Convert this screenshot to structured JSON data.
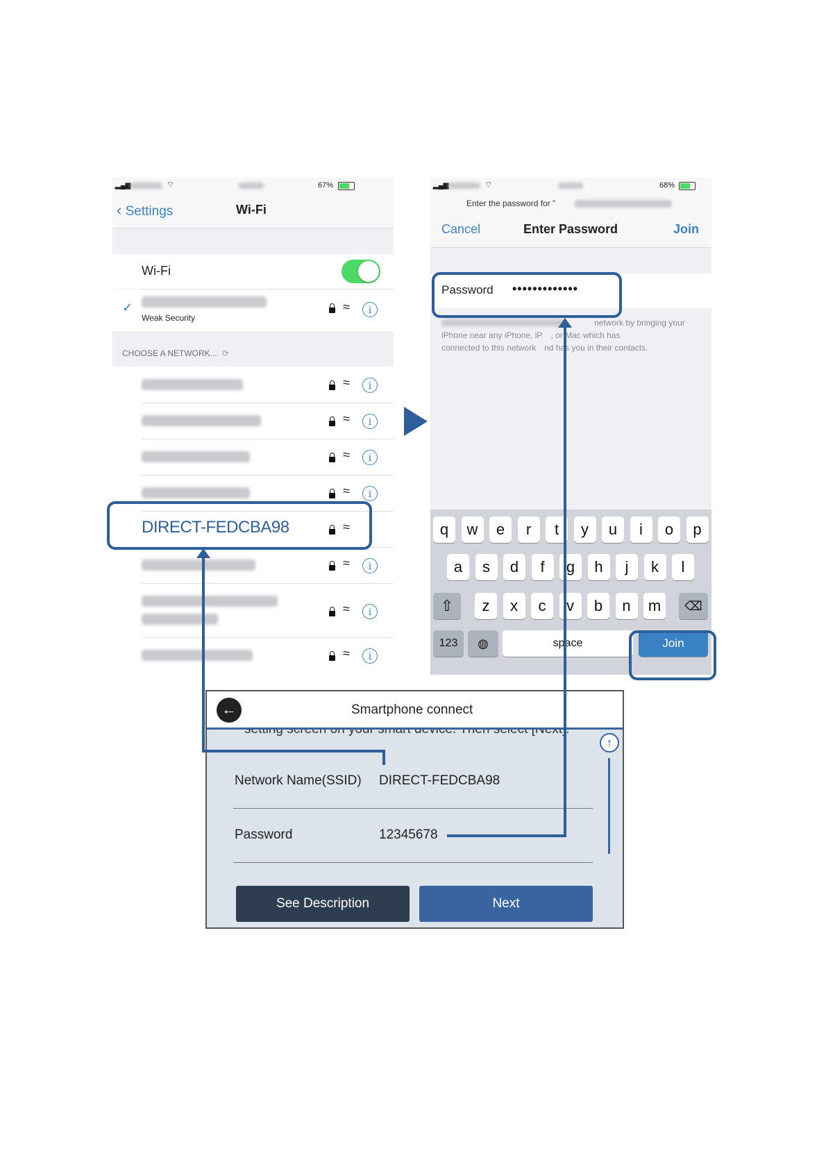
{
  "wifi_screen": {
    "back_label": "Settings",
    "title": "Wi-Fi",
    "wifi_label": "Wi-Fi",
    "connected_sub": "Weak Security",
    "battery": "67%",
    "choose_header": "CHOOSE A NETWORK...",
    "highlighted_network": "DIRECT-FEDCBA98"
  },
  "password_screen": {
    "prompt": "Enter the password for \"",
    "battery": "68%",
    "cancel_label": "Cancel",
    "title": "Enter Password",
    "join_label": "Join",
    "field_label": "Password",
    "field_value": "•••••••••••••",
    "info_line2": "iPhone near any iPhone, iP",
    "info_line2b": ", or Mac which has",
    "info_line1b": "network by bringing your",
    "info_line3": "connected to this network",
    "info_line3b": "nd has you in their contacts."
  },
  "keyboard": {
    "row1": [
      "q",
      "w",
      "e",
      "r",
      "t",
      "y",
      "u",
      "i",
      "o",
      "p"
    ],
    "row2": [
      "a",
      "s",
      "d",
      "f",
      "g",
      "h",
      "j",
      "k",
      "l"
    ],
    "row3": [
      "z",
      "x",
      "c",
      "v",
      "b",
      "n",
      "m"
    ],
    "num_key": "123",
    "space_key": "space",
    "join_key": "Join"
  },
  "printer_panel": {
    "title": "Smartphone connect",
    "cut_text": "setting screen on your smart device. Then select [Next].",
    "ssid_label": "Network Name(SSID)",
    "ssid_value": "DIRECT-FEDCBA98",
    "password_label": "Password",
    "password_value": "12345678",
    "see_description": "See Description",
    "next": "Next"
  },
  "colors": {
    "accent": "#2e5f9a",
    "ios_blue": "#3b82c4",
    "toggle_green": "#4cd964",
    "dark_button": "#2e3d4f",
    "next_button": "#3a64a0"
  }
}
